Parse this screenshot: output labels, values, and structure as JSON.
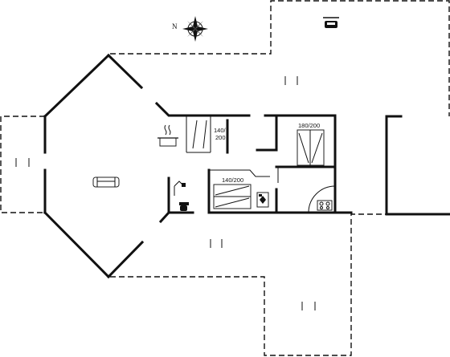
{
  "compass": {
    "north_label": "N"
  },
  "beds": {
    "bed_140_a": "140/\n200",
    "bed_180": "180/200",
    "bed_140_b": "140/200"
  },
  "icons": [
    "compass-icon",
    "car-icon",
    "sofa-icon",
    "cooking-pot-icon",
    "shower-icon",
    "toilet-icon",
    "washing-machine-icon",
    "hob-icon"
  ]
}
